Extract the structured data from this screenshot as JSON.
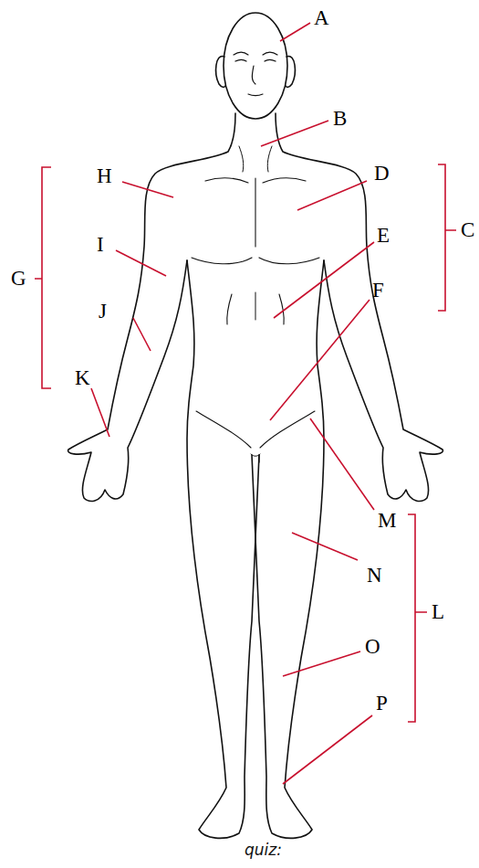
{
  "diagram": {
    "labels": [
      "A",
      "B",
      "H",
      "D",
      "C",
      "I",
      "E",
      "G",
      "J",
      "F",
      "K",
      "M",
      "N",
      "L",
      "O",
      "P",
      "quiz:"
    ]
  }
}
